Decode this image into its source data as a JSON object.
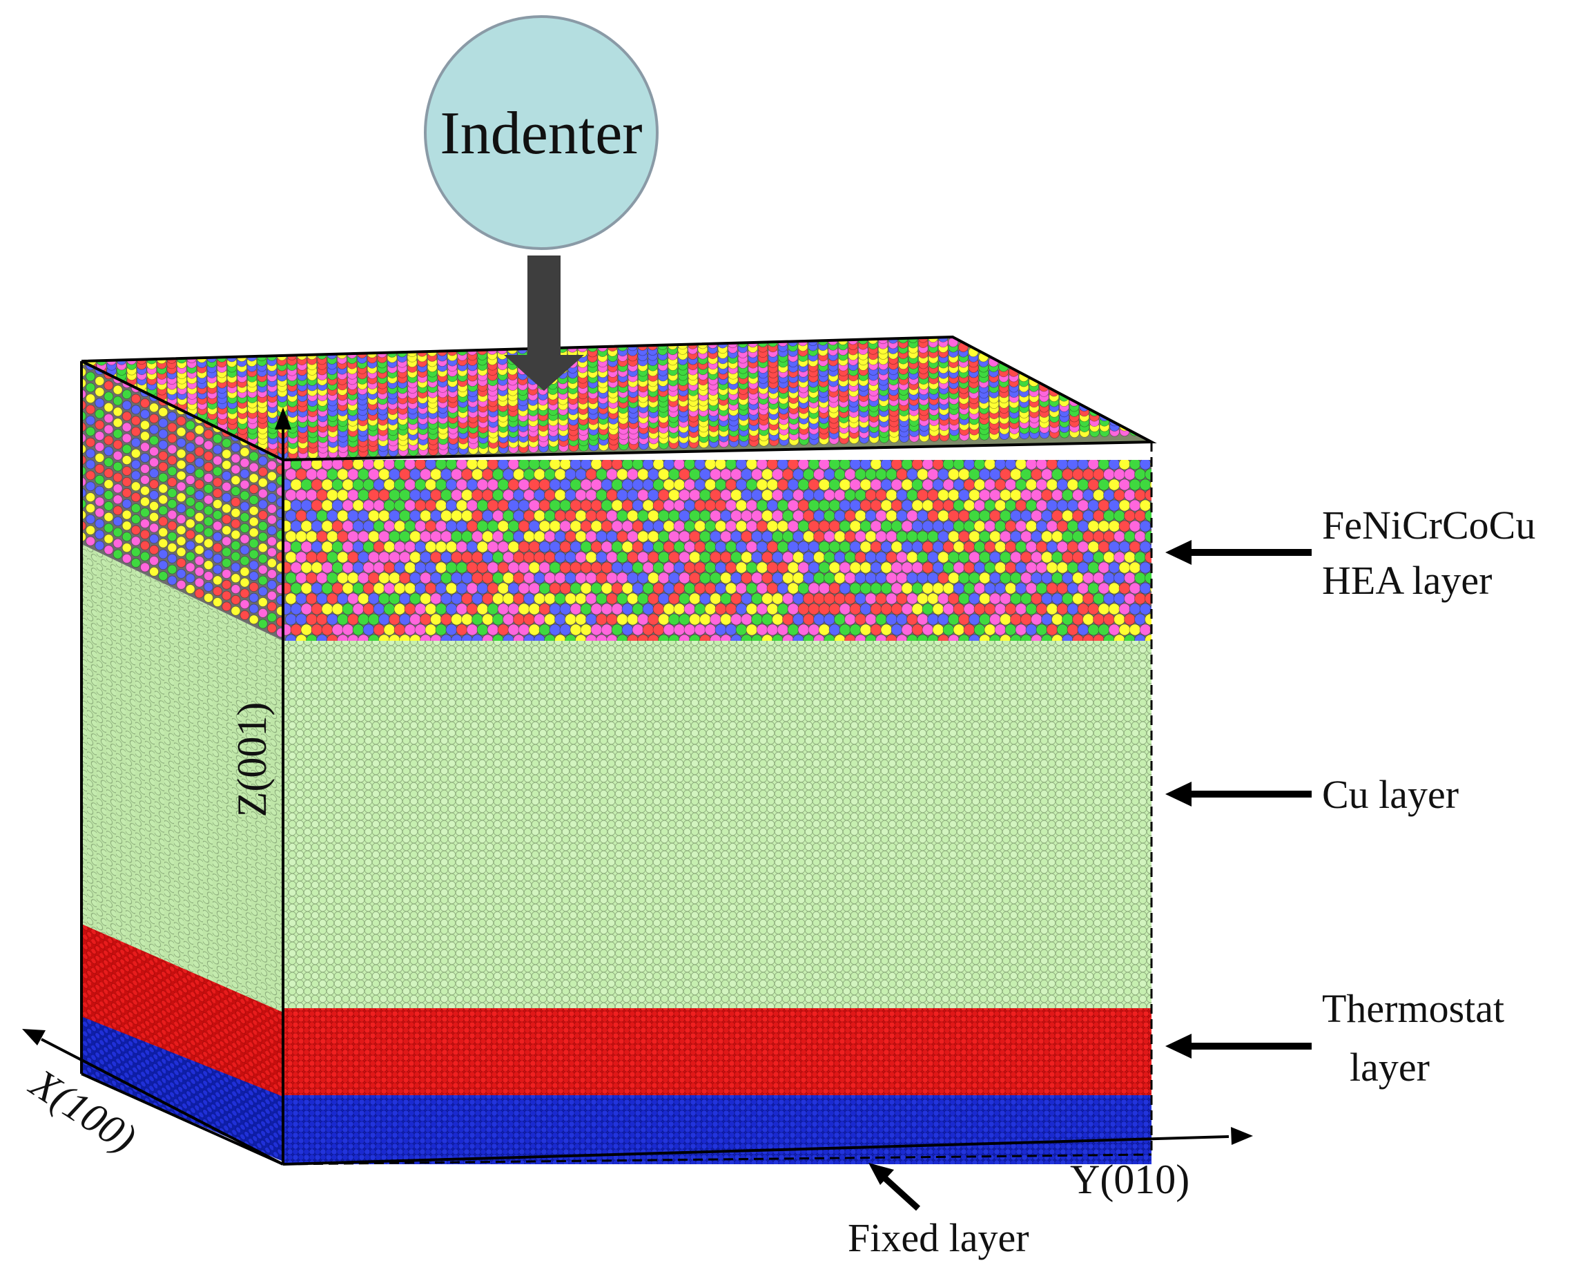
{
  "indenter": {
    "label": "Indenter",
    "fill": "#b4dee0",
    "stroke": "#8a9aa6",
    "shaft": "#3e3e3e"
  },
  "layers": {
    "hea": {
      "label_line1": "FeNiCrCoCu",
      "label_line2": "HEA layer",
      "element_colors": [
        "#ff4a4a",
        "#3fd93f",
        "#5a66ff",
        "#ff66dd",
        "#ffff33"
      ]
    },
    "cu": {
      "label": "Cu layer",
      "color": "#c8f0b2",
      "outline": "#8fb07f"
    },
    "thermostat": {
      "label_line1": "Thermostat",
      "label_line2": "layer",
      "color": "#e51a1a"
    },
    "fixed": {
      "label": "Fixed layer",
      "color": "#1f2fd6"
    }
  },
  "axes": {
    "x": "X(100)",
    "y": "Y(010)",
    "z": "Z(001)"
  }
}
